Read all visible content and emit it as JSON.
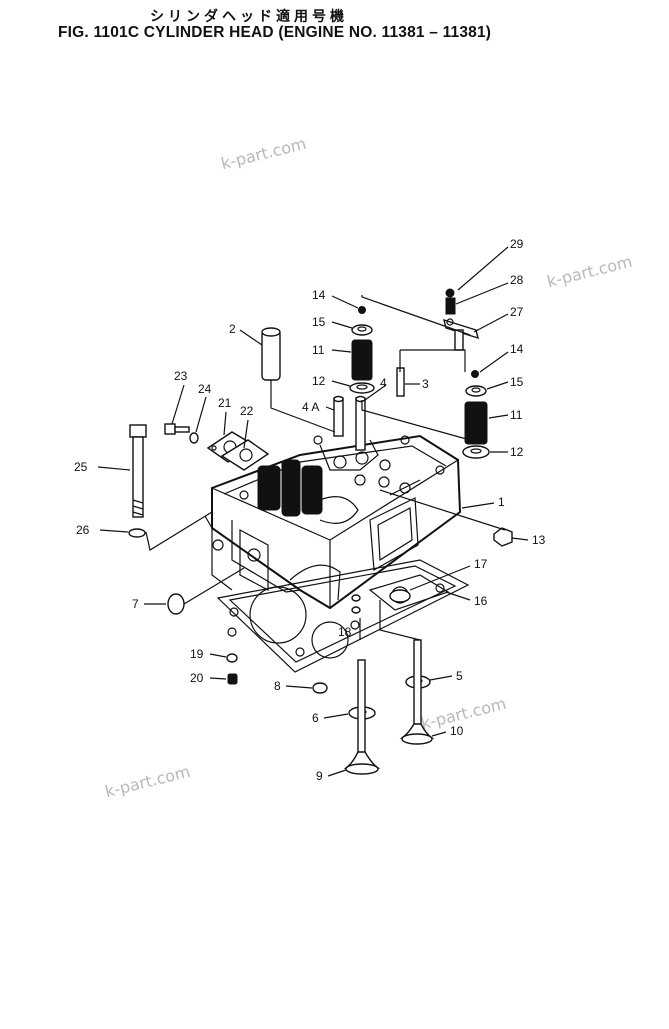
{
  "header": {
    "japanese_title": "シリンダヘッド適用号機",
    "figure_title": "FIG. 1101C  CYLINDER HEAD (ENGINE NO. 11381 – 11381)"
  },
  "watermark": "k-part.com",
  "callouts": [
    {
      "id": "c29",
      "label": "29"
    },
    {
      "id": "c28",
      "label": "28"
    },
    {
      "id": "c27",
      "label": "27"
    },
    {
      "id": "c14a",
      "label": "14"
    },
    {
      "id": "c15a",
      "label": "15"
    },
    {
      "id": "c11a",
      "label": "11"
    },
    {
      "id": "c12a",
      "label": "12"
    },
    {
      "id": "c2",
      "label": "2"
    },
    {
      "id": "c3",
      "label": "3"
    },
    {
      "id": "c4",
      "label": "4"
    },
    {
      "id": "c4A",
      "label": "4 A"
    },
    {
      "id": "c14b",
      "label": "14"
    },
    {
      "id": "c15b",
      "label": "15"
    },
    {
      "id": "c11b",
      "label": "11"
    },
    {
      "id": "c12b",
      "label": "12"
    },
    {
      "id": "c23",
      "label": "23"
    },
    {
      "id": "c24",
      "label": "24"
    },
    {
      "id": "c21",
      "label": "21"
    },
    {
      "id": "c22",
      "label": "22"
    },
    {
      "id": "c25",
      "label": "25"
    },
    {
      "id": "c1",
      "label": "1"
    },
    {
      "id": "c26",
      "label": "26"
    },
    {
      "id": "c13",
      "label": "13"
    },
    {
      "id": "c17",
      "label": "17"
    },
    {
      "id": "c16",
      "label": "16"
    },
    {
      "id": "c7",
      "label": "7"
    },
    {
      "id": "c18",
      "label": "18"
    },
    {
      "id": "c19",
      "label": "19"
    },
    {
      "id": "c20",
      "label": "20"
    },
    {
      "id": "c8",
      "label": "8"
    },
    {
      "id": "c5",
      "label": "5"
    },
    {
      "id": "c6",
      "label": "6"
    },
    {
      "id": "c10",
      "label": "10"
    },
    {
      "id": "c9",
      "label": "9"
    }
  ]
}
